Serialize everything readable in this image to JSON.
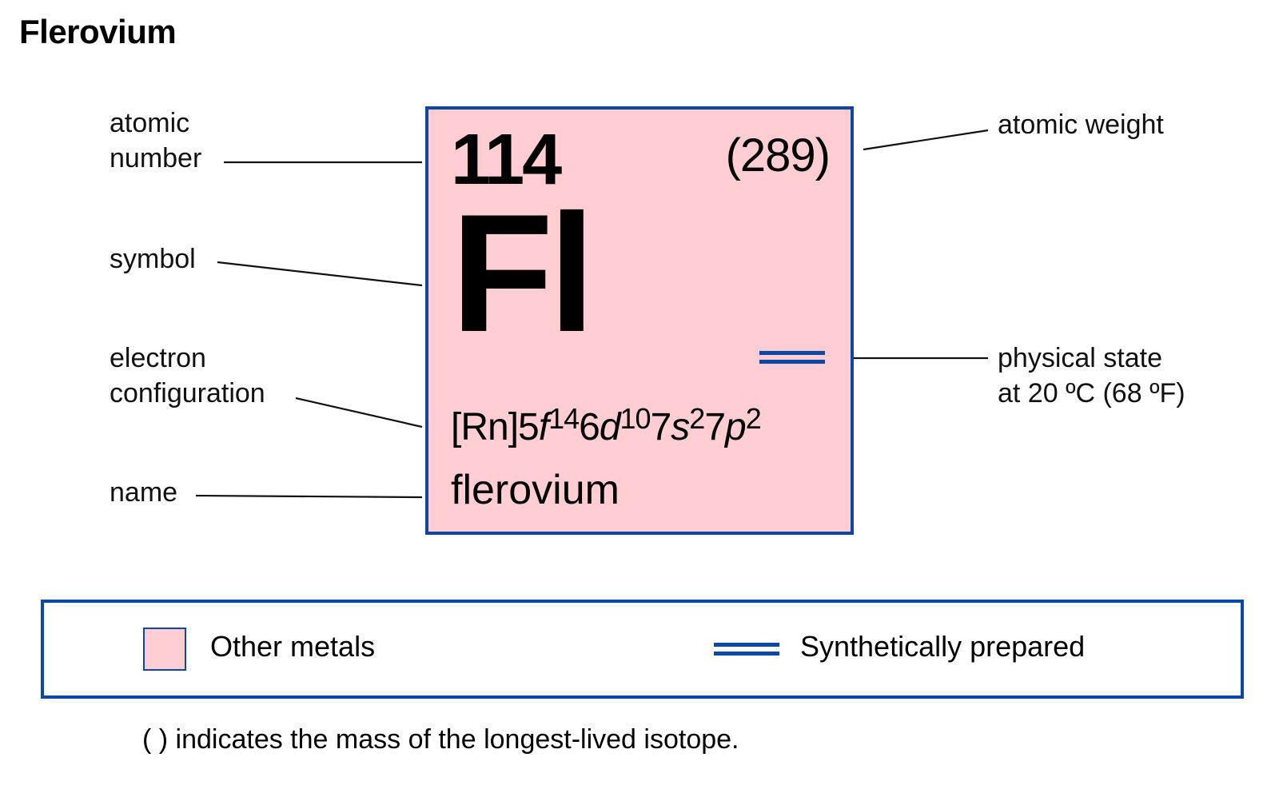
{
  "title": "Flerovium",
  "labels": {
    "atomic_number": [
      "atomic",
      "number"
    ],
    "symbol": "symbol",
    "electron_configuration": [
      "electron",
      "configuration"
    ],
    "name": "name",
    "atomic_weight": "atomic weight",
    "physical_state": [
      "physical state",
      "at 20 ºC (68 ºF)"
    ]
  },
  "element": {
    "atomic_number": "114",
    "atomic_weight": "(289)",
    "symbol": "Fl",
    "name": "flerovium",
    "electron_configuration": {
      "core": "[Rn]",
      "orbitals": [
        {
          "n": "5",
          "l": "f",
          "e": "14"
        },
        {
          "n": "6",
          "l": "d",
          "e": "10"
        },
        {
          "n": "7",
          "l": "s",
          "e": "2"
        },
        {
          "n": "7",
          "l": "p",
          "e": "2"
        }
      ]
    },
    "physical_state_icon": "double-line-icon"
  },
  "legend": {
    "category_label": "Other metals",
    "category_color": "#ffcdd2",
    "state_label": "Synthetically prepared",
    "state_icon": "double-line-icon"
  },
  "footnote": "( ) indicates the mass of the longest-lived isotope.",
  "colors": {
    "tile_fill": "#ffcdd2",
    "border_blue": "#0d47a1",
    "leader_line": "#111111"
  }
}
